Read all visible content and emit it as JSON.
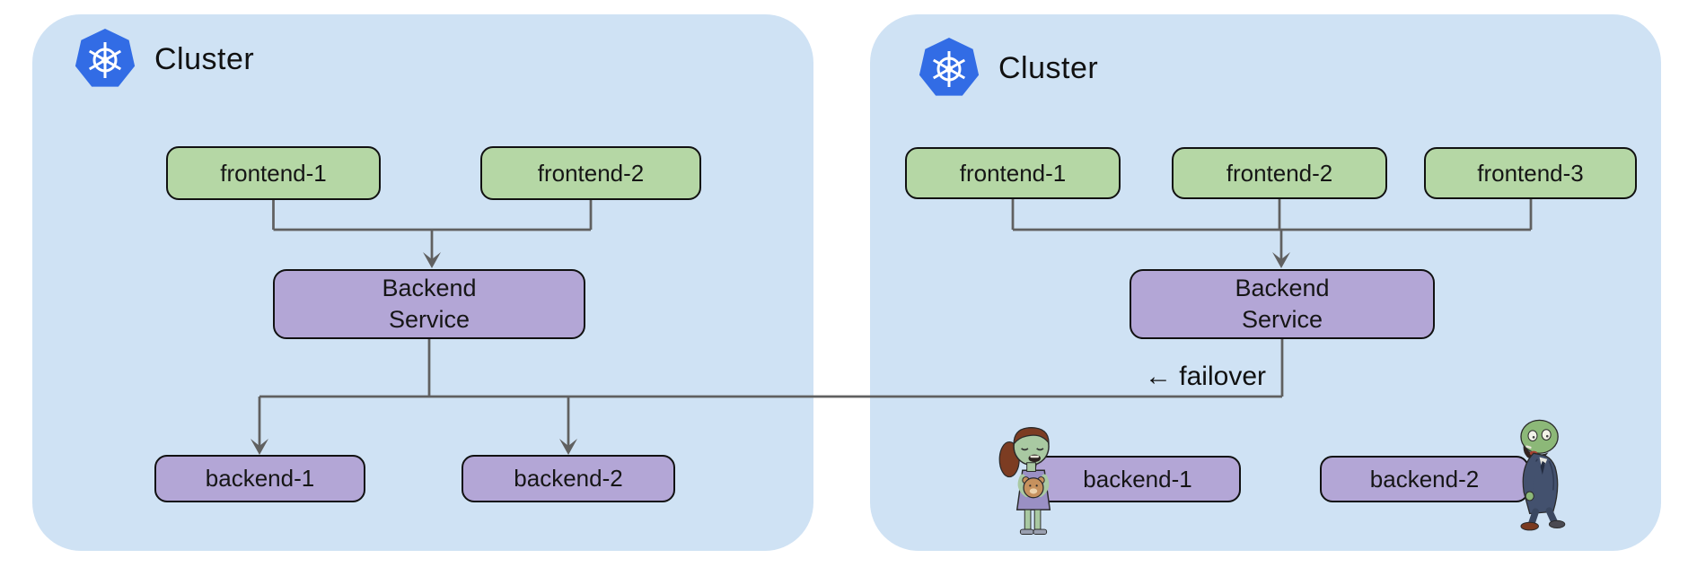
{
  "colors": {
    "panel_bg": "#cfe2f4",
    "frontend_fill": "#b5d7a5",
    "backend_fill": "#b3a6d6",
    "box_border": "#111111",
    "wire": "#606060",
    "k8s_blue": "#326ce5",
    "text": "#161616",
    "page_bg": "#ffffff"
  },
  "failover": {
    "label": "← failover"
  },
  "clusters": [
    {
      "title": "Cluster",
      "icon": "kubernetes-icon",
      "frontends": [
        {
          "label": "frontend-1"
        },
        {
          "label": "frontend-2"
        }
      ],
      "service": {
        "label": "Backend Service"
      },
      "backends": [
        {
          "label": "backend-1"
        },
        {
          "label": "backend-2"
        }
      ]
    },
    {
      "title": "Cluster",
      "icon": "kubernetes-icon",
      "frontends": [
        {
          "label": "frontend-1"
        },
        {
          "label": "frontend-2"
        },
        {
          "label": "frontend-3"
        }
      ],
      "service": {
        "label": "Backend Service"
      },
      "backends": [
        {
          "label": "backend-1",
          "status_icon": "zombie-girl"
        },
        {
          "label": "backend-2",
          "status_icon": "zombie-boy"
        }
      ]
    }
  ]
}
